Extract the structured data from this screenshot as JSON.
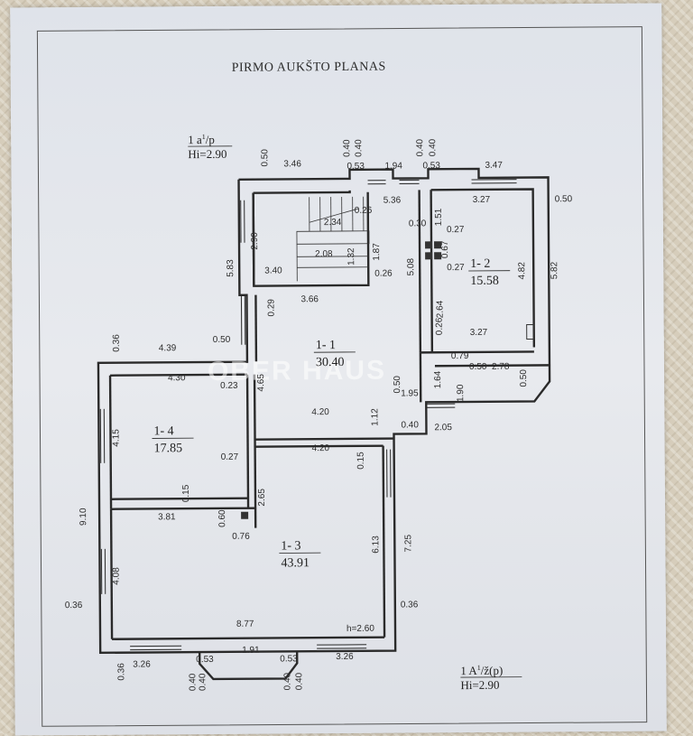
{
  "plan": {
    "title": "PIRMO AUKŠTO PLANAS",
    "header_note_1": "1 a",
    "header_note_1_sup": "1",
    "header_note_1_end": "/p",
    "header_note_2": "Hi=2.90",
    "footer_note_1": "1 A",
    "footer_note_1_sup": "1",
    "footer_note_1_end": "/ž(p)",
    "footer_note_2": "Hi=2.90",
    "height_note": "h=2.60",
    "watermark": "OBER HAUS"
  },
  "rooms": [
    {
      "id": "1- 1",
      "area": "30.40"
    },
    {
      "id": "1- 2",
      "area": "15.58"
    },
    {
      "id": "1- 3",
      "area": "43.91"
    },
    {
      "id": "1- 4",
      "area": "17.85"
    }
  ],
  "dimensions": [
    "0.50",
    "3.46",
    "0.40",
    "0.40",
    "0.53",
    "1.94",
    "0.40",
    "0.40",
    "0.53",
    "3.47",
    "3.27",
    "0.50",
    "5.36",
    "0.26",
    "2.34",
    "0.30",
    "1.51",
    "2.90",
    "0.27",
    "0.67",
    "2.08",
    "1.87",
    "1.32",
    "5.83",
    "5.08",
    "0.27",
    "4.82",
    "5.82",
    "3.40",
    "0.26",
    "3.66",
    "0.29",
    "2.64",
    "0.26",
    "3.27",
    "0.36",
    "4.39",
    "0.50",
    "0.79",
    "4.65",
    "1.64",
    "0.50",
    "2.78",
    "4.30",
    "0.23",
    "0.50",
    "1.90",
    "0.50",
    "1.95",
    "1.12",
    "4.20",
    "0.40",
    "2.05",
    "4.15",
    "4.20",
    "0.15",
    "0.27",
    "9.10",
    "0.15",
    "2.65",
    "3.81",
    "0.60",
    "0.76",
    "6.13",
    "7.25",
    "4.08",
    "0.36",
    "8.77",
    "0.36",
    "0.36",
    "1.91",
    "3.26",
    "0.53",
    "0.53",
    "3.26",
    "0.40",
    "0.40",
    "0.40",
    "0.40"
  ]
}
